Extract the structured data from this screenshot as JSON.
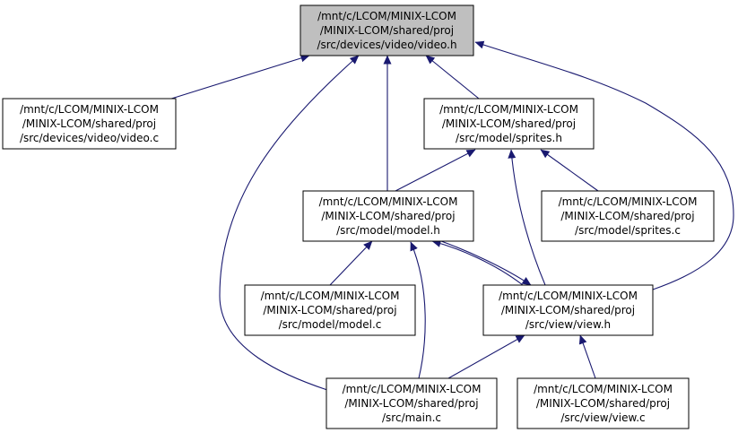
{
  "colors": {
    "edge": "#191970",
    "focus_fill": "#bfbfbf",
    "node_fill": "#ffffff",
    "border": "#000000"
  },
  "nodes": [
    {
      "id": "video_h",
      "lines": [
        "/mnt/c/LCOM/MINIX-LCOM",
        "/MINIX-LCOM/shared/proj",
        "/src/devices/video/video.h"
      ],
      "focus": true
    },
    {
      "id": "video_c",
      "lines": [
        "/mnt/c/LCOM/MINIX-LCOM",
        "/MINIX-LCOM/shared/proj",
        "/src/devices/video/video.c"
      ]
    },
    {
      "id": "sprites_h",
      "lines": [
        "/mnt/c/LCOM/MINIX-LCOM",
        "/MINIX-LCOM/shared/proj",
        "/src/model/sprites.h"
      ]
    },
    {
      "id": "model_h",
      "lines": [
        "/mnt/c/LCOM/MINIX-LCOM",
        "/MINIX-LCOM/shared/proj",
        "/src/model/model.h"
      ]
    },
    {
      "id": "sprites_c",
      "lines": [
        "/mnt/c/LCOM/MINIX-LCOM",
        "/MINIX-LCOM/shared/proj",
        "/src/model/sprites.c"
      ]
    },
    {
      "id": "model_c",
      "lines": [
        "/mnt/c/LCOM/MINIX-LCOM",
        "/MINIX-LCOM/shared/proj",
        "/src/model/model.c"
      ]
    },
    {
      "id": "view_h",
      "lines": [
        "/mnt/c/LCOM/MINIX-LCOM",
        "/MINIX-LCOM/shared/proj",
        "/src/view/view.h"
      ]
    },
    {
      "id": "main_c",
      "lines": [
        "/mnt/c/LCOM/MINIX-LCOM",
        "/MINIX-LCOM/shared/proj",
        "/src/main.c"
      ]
    },
    {
      "id": "view_c",
      "lines": [
        "/mnt/c/LCOM/MINIX-LCOM",
        "/MINIX-LCOM/shared/proj",
        "/src/view/view.c"
      ]
    }
  ],
  "edges": [
    {
      "from": "video_c",
      "to": "video_h"
    },
    {
      "from": "sprites_h",
      "to": "video_h"
    },
    {
      "from": "model_h",
      "to": "video_h"
    },
    {
      "from": "main_c",
      "to": "video_h"
    },
    {
      "from": "view_h",
      "to": "video_h"
    },
    {
      "from": "model_h",
      "to": "sprites_h"
    },
    {
      "from": "sprites_c",
      "to": "sprites_h"
    },
    {
      "from": "view_h",
      "to": "sprites_h"
    },
    {
      "from": "model_c",
      "to": "model_h"
    },
    {
      "from": "view_h",
      "to": "model_h"
    },
    {
      "from": "main_c",
      "to": "model_h"
    },
    {
      "from": "model_h",
      "to": "view_h"
    },
    {
      "from": "main_c",
      "to": "view_h"
    },
    {
      "from": "view_c",
      "to": "view_h"
    }
  ]
}
